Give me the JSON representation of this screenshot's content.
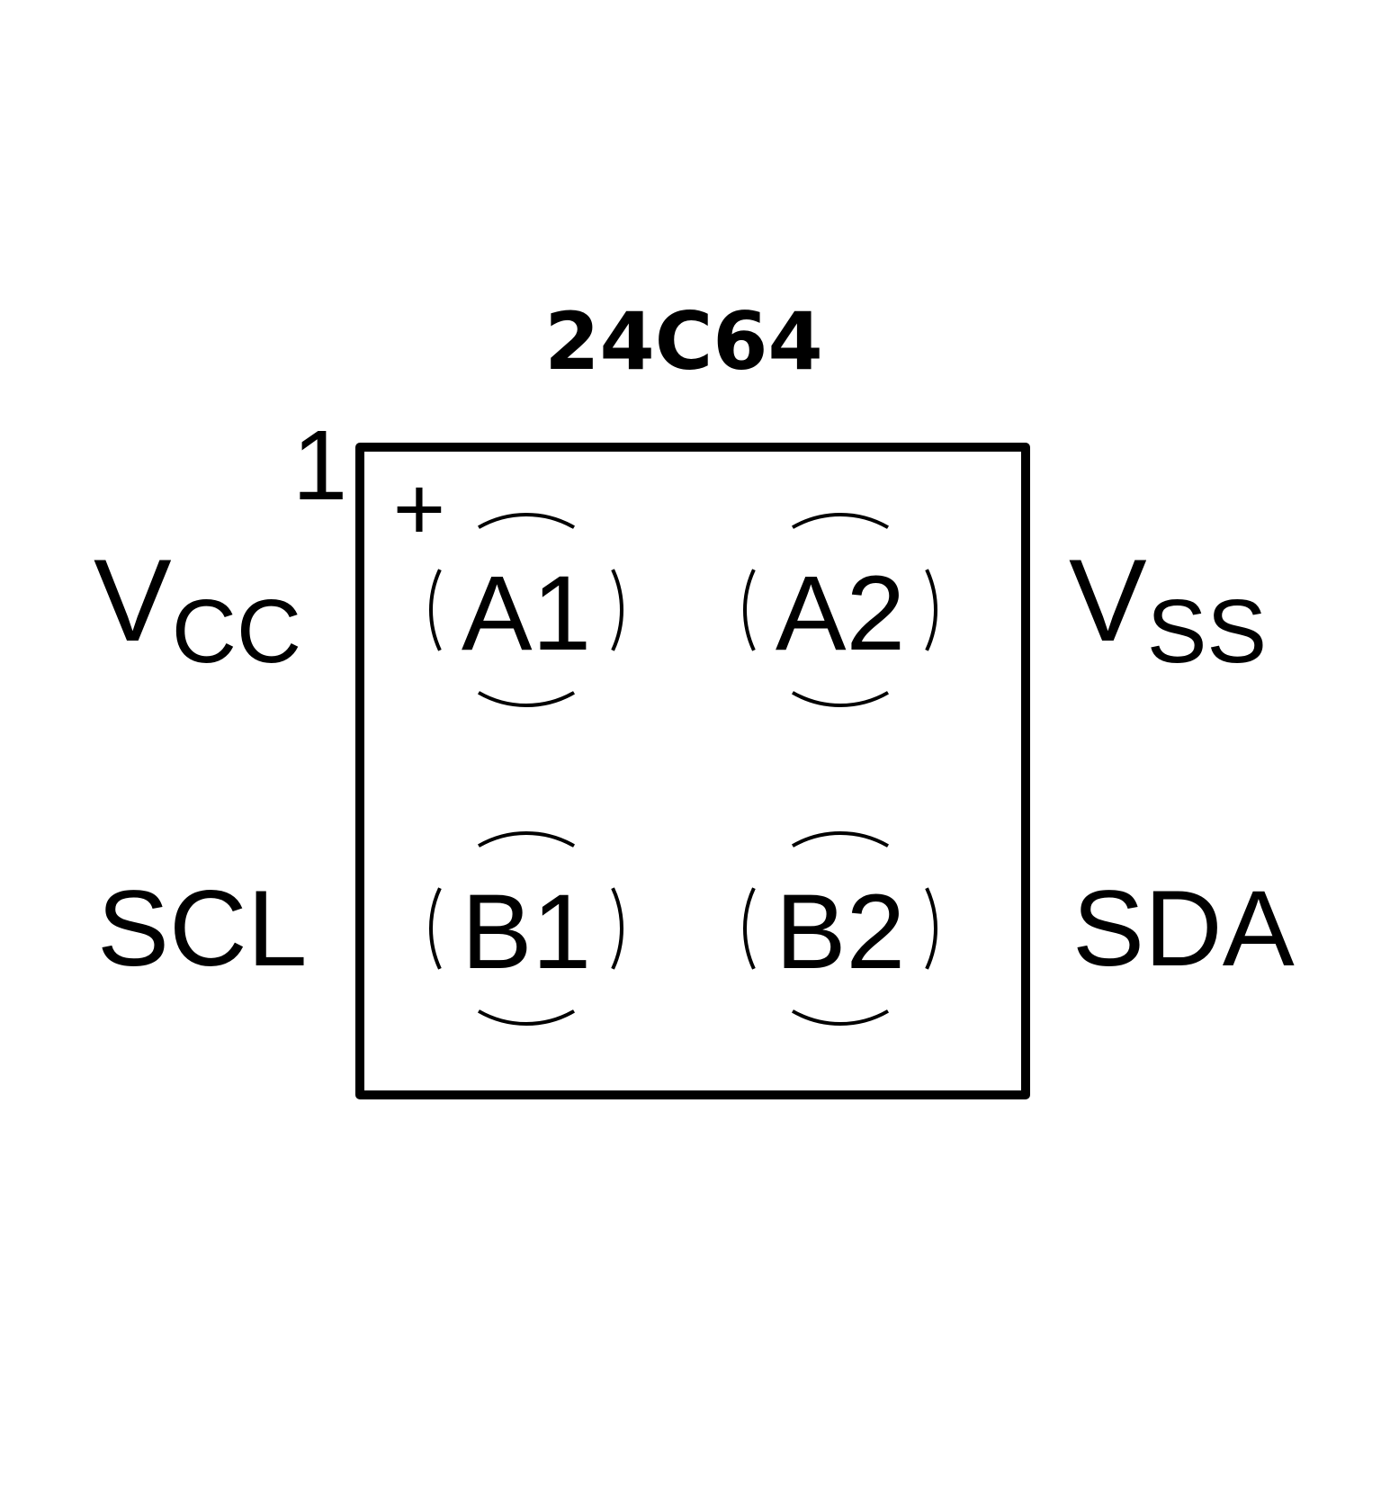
{
  "title": "24C64",
  "pin1_marker": "1",
  "orientation_mark": "+",
  "pins": {
    "vcc": {
      "main": "V",
      "sub": "CC"
    },
    "vss": {
      "main": "V",
      "sub": "SS"
    },
    "scl": "SCL",
    "sda": "SDA"
  },
  "balls": {
    "a1": "A1",
    "a2": "A2",
    "b1": "B1",
    "b2": "B2"
  },
  "colors": {
    "stroke": "#000000",
    "background": "#ffffff"
  }
}
